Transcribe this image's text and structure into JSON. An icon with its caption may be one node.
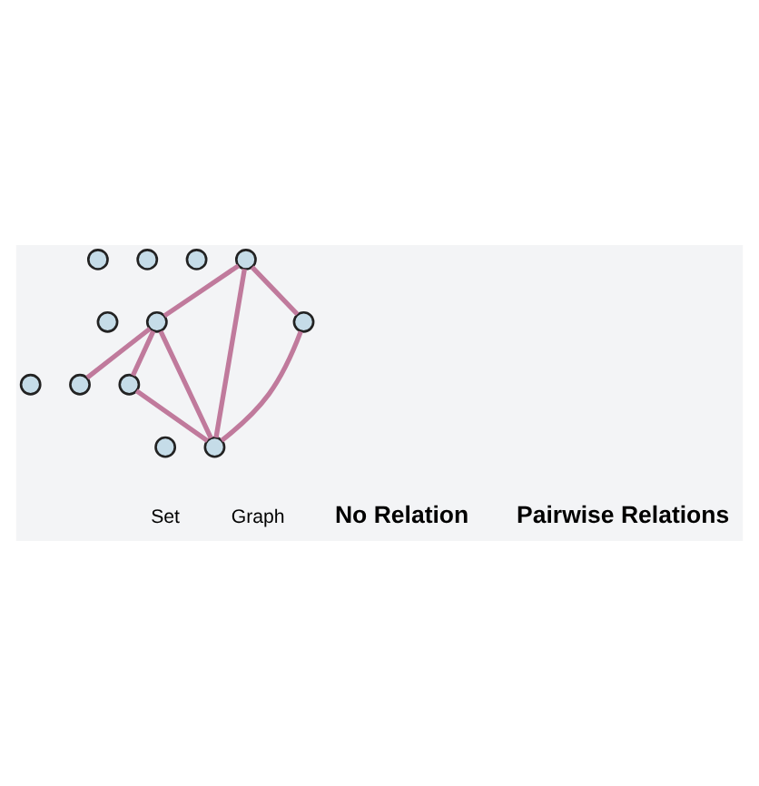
{
  "diagram": {
    "nodes": [
      {
        "text": [],
        "shape": "circle"
      },
      {
        "text": [],
        "shape": "circle"
      },
      {
        "text": [],
        "shape": "circle"
      },
      {
        "text": [],
        "shape": "circle"
      },
      {
        "text": [],
        "shape": "circle"
      },
      {
        "text": [],
        "shape": "circle"
      },
      {
        "text": [],
        "shape": "circle"
      },
      {
        "text": [],
        "shape": "circle"
      },
      {
        "text": [],
        "shape": "circle"
      },
      {
        "text": [],
        "shape": "circle"
      },
      {
        "text": [],
        "shape": "circle"
      },
      {
        "text": [],
        "shape": "circle"
      }
    ],
    "edges": [
      {
        "from": 8,
        "to": 6,
        "arrow": "none"
      },
      {
        "from": 7,
        "to": 8,
        "arrow": "none"
      },
      {
        "from": 8,
        "to": 9,
        "arrow": "none"
      },
      {
        "from": 7,
        "to": 10,
        "arrow": "none"
      },
      {
        "from": 8,
        "to": 10,
        "arrow": "none"
      },
      {
        "from": 9,
        "to": 10,
        "arrow": "none"
      },
      {
        "from": 7,
        "to": 11,
        "arrow": "none"
      },
      {
        "from": 11,
        "to": 10,
        "arrow": "none"
      }
    ],
    "labels": [
      "Set",
      "Graph",
      "No Relation",
      "Pairwise Relations"
    ]
  }
}
